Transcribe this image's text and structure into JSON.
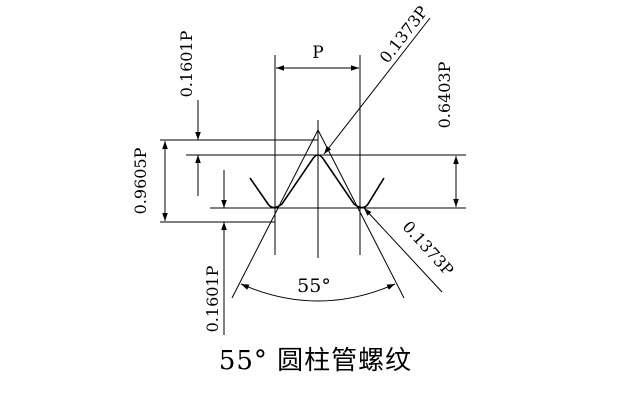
{
  "diagram": {
    "labels": {
      "pitch": "P",
      "top_crest_height": "0.1601P",
      "bottom_root_height": "0.1601P",
      "thread_height": "0.9605P",
      "profile_height": "0.6403P",
      "crest_radius": "0.1373P",
      "root_radius": "0.1373P",
      "angle": "55°"
    },
    "caption": "55° 圆柱管螺纹"
  }
}
